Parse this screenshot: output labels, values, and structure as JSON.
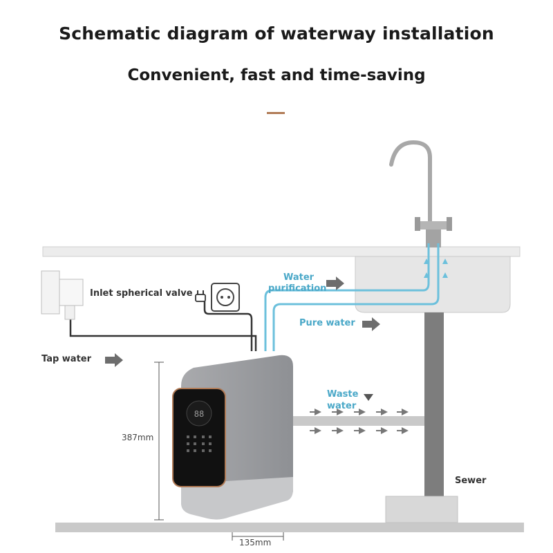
{
  "header": {
    "title": "Schematic diagram of waterway installation",
    "subtitle": "Convenient, fast and time-saving"
  },
  "labels": {
    "inlet_valve": "Inlet spherical valve",
    "water_purification_line1": "Water",
    "water_purification_line2": "purification",
    "pure_water": "Pure water",
    "tap_water": "Tap water",
    "waste_water_line1": "Waste",
    "waste_water_line2": "water",
    "sewer": "Sewer",
    "height_dim": "387mm",
    "width_dim": "135mm",
    "display_digits": "88"
  },
  "colors": {
    "accent": "#b07a55",
    "pure_line": "#6cc0dc",
    "counter": "#d6d6d6",
    "arrow": "#666666"
  }
}
